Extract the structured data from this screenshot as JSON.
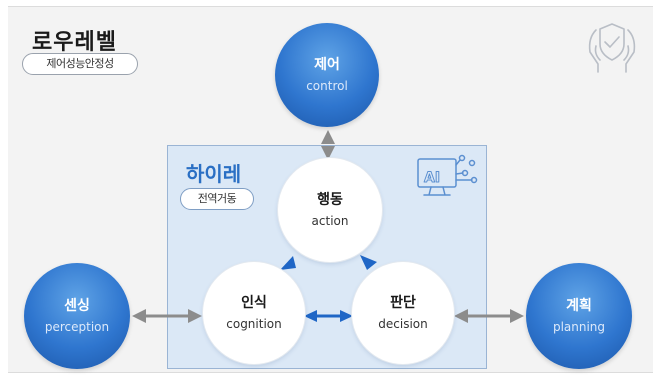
{
  "header": {
    "title": "로우레벨",
    "subtitle": "제어성능안정성"
  },
  "highlevel": {
    "title": "하이레",
    "subtitle": "전역거동"
  },
  "nodes": {
    "control": {
      "title": "제어",
      "sub": "control"
    },
    "action": {
      "title": "행동",
      "sub": "action"
    },
    "perception": {
      "title": "센싱",
      "sub": "perception"
    },
    "cognition": {
      "title": "인식",
      "sub": "cognition"
    },
    "decision": {
      "title": "판단",
      "sub": "decision"
    },
    "planning": {
      "title": "계획",
      "sub": "planning"
    }
  },
  "icons": {
    "top_right": "hands-shield-check-icon",
    "ai": "ai-monitor-icon"
  },
  "colors": {
    "primary_blue": "#2f76cf",
    "inner_box": "#dbe8f6",
    "gray_arrow": "#8c8c8c"
  }
}
